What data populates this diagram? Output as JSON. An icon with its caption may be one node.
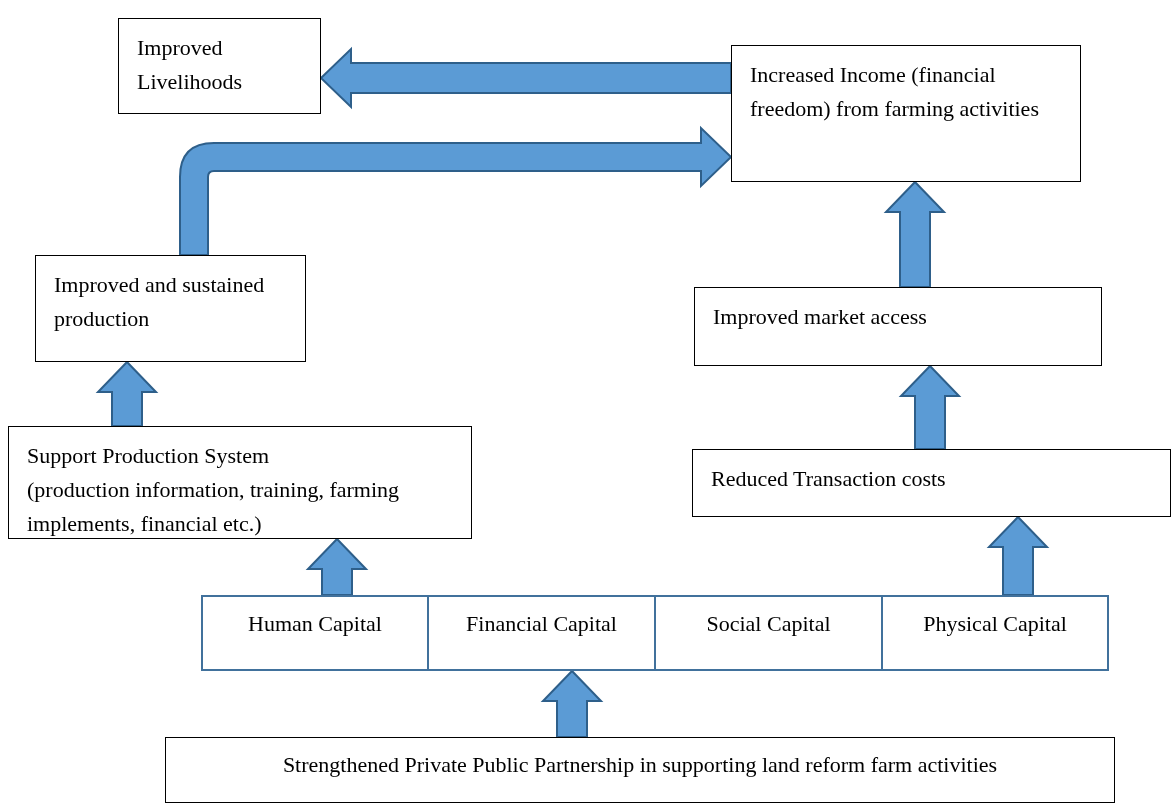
{
  "diagram": {
    "nodes": [
      {
        "text": [
          "Improved Livelihoods"
        ]
      },
      {
        "text": [
          "Increased Income (financial freedom) from farming activities"
        ]
      },
      {
        "text": [
          "Improved and sustained production"
        ]
      },
      {
        "text": [
          "Improved market access"
        ]
      },
      {
        "text": [
          "Support Production System",
          "(production information, training, farming implements, financial etc.)"
        ]
      },
      {
        "text": [
          "Reduced Transaction costs"
        ]
      },
      {
        "text": [
          "Human Capital"
        ]
      },
      {
        "text": [
          "Financial Capital"
        ]
      },
      {
        "text": [
          "Social Capital"
        ]
      },
      {
        "text": [
          "Physical Capital"
        ]
      },
      {
        "text": [
          "Strengthened Private Public Partnership in supporting land reform farm activities"
        ]
      }
    ],
    "edges": [
      {
        "from": 10,
        "to": 7,
        "arrow": "to"
      },
      {
        "from": 6,
        "to": 4,
        "arrow": "to"
      },
      {
        "from": 9,
        "to": 5,
        "arrow": "to"
      },
      {
        "from": 4,
        "to": 2,
        "arrow": "to"
      },
      {
        "from": 5,
        "to": 3,
        "arrow": "to"
      },
      {
        "from": 3,
        "to": 1,
        "arrow": "to"
      },
      {
        "from": 2,
        "to": 1,
        "arrow": "to"
      },
      {
        "from": 1,
        "to": 0,
        "arrow": "to"
      }
    ]
  }
}
